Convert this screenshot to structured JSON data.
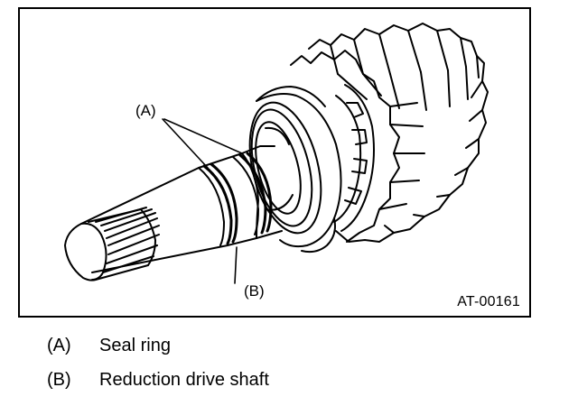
{
  "figure": {
    "code": "AT-00161",
    "callouts": [
      {
        "key": "(A)"
      },
      {
        "key": "(B)"
      }
    ]
  },
  "legend": {
    "items": [
      {
        "key": "(A)",
        "text": "Seal ring"
      },
      {
        "key": "(B)",
        "text": "Reduction drive shaft"
      }
    ]
  },
  "colors": {
    "ink": "#000000",
    "paper": "#ffffff"
  }
}
